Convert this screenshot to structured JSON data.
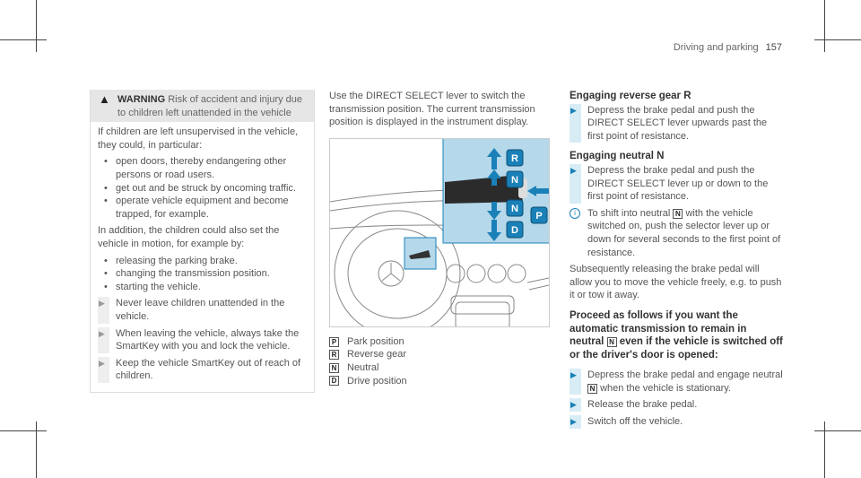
{
  "header": {
    "section": "Driving and parking",
    "page": "157"
  },
  "warning": {
    "label": "WARNING",
    "title": "Risk of accident and injury due to children left unattended in the vehicle",
    "intro": "If children are left unsupervised in the vehicle, they could, in particular:",
    "list1": [
      "open doors, thereby endangering other persons or road users.",
      "get out and be struck by oncoming traffic.",
      "operate vehicle equipment and become trapped, for example."
    ],
    "intro2": "In addition, the children could also set the vehicle in motion, for example by:",
    "list2": [
      "releasing the parking brake.",
      "changing the transmission position.",
      "starting the vehicle."
    ],
    "steps": [
      "Never leave children unattended in the vehicle.",
      "When leaving the vehicle, always take the SmartKey with you and lock the vehicle.",
      "Keep the vehicle SmartKey out of reach of children."
    ]
  },
  "middle": {
    "intro": "Use the DIRECT SELECT lever to switch the transmission position. The current transmission position is displayed in the instrument display.",
    "figure_labels": [
      "R",
      "N",
      "N",
      "D",
      "P"
    ],
    "keys": [
      {
        "k": "P",
        "label": "Park position"
      },
      {
        "k": "R",
        "label": "Reverse gear"
      },
      {
        "k": "N",
        "label": "Neutral"
      },
      {
        "k": "D",
        "label": "Drive position"
      }
    ]
  },
  "right": {
    "h1": "Engaging reverse gear R",
    "s1": "Depress the brake pedal and push the DIRECT SELECT lever upwards past the first point of resistance.",
    "h2": "Engaging neutral N",
    "s2": "Depress the brake pedal and push the DIRECT SELECT lever up or down to the first point of resistance.",
    "info_a": "To shift into neutral",
    "info_key": "N",
    "info_b": "with the vehicle switched on, push the selector lever up or down for several seconds to the first point of resistance.",
    "para": "Subsequently releasing the brake pedal will allow you to move the vehicle freely, e.g. to push it or tow it away.",
    "h3a": "Proceed as follows if you want the automatic transmission to remain in neutral",
    "h3key": "N",
    "h3b": "even if the vehicle is switched off or the driver's door is opened:",
    "s3a": "Depress the brake pedal and engage neutral",
    "s3key": "N",
    "s3b": "when the vehicle is stationary.",
    "s4": "Release the brake pedal.",
    "s5": "Switch off the vehicle."
  },
  "colors": {
    "accent": "#1a80b8",
    "panel": "#b5d8ea",
    "warn_bg": "#e6e6e6"
  }
}
